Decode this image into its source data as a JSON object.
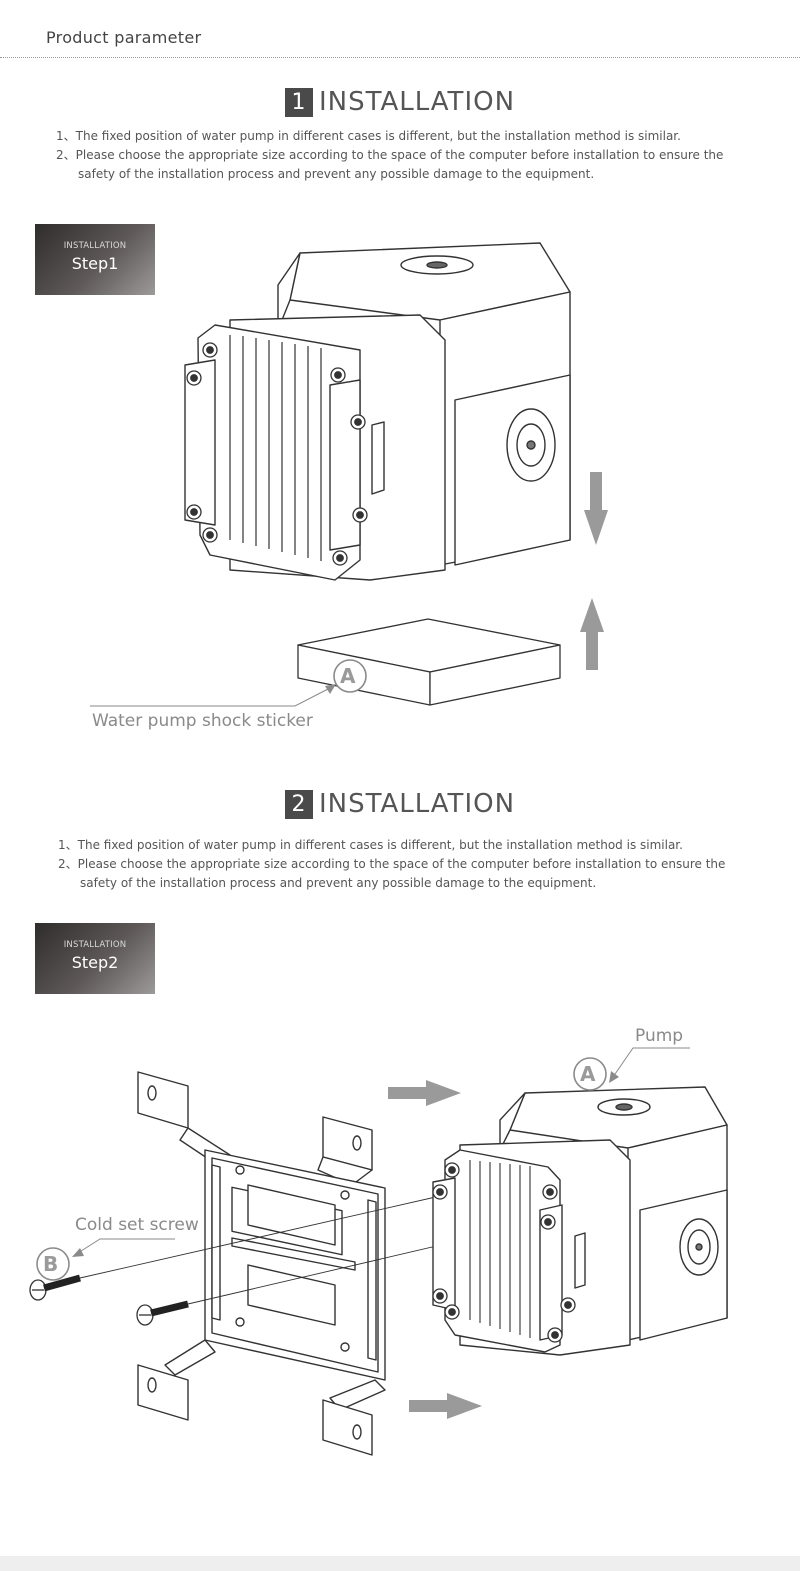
{
  "header": {
    "title": "Product parameter"
  },
  "sections": [
    {
      "number": "1",
      "title": "INSTALLATION",
      "notes": [
        "1、The fixed position of water pump in different cases is different, but the installation method is similar.",
        "2、Please choose the appropriate size according to the space of the computer before installation to ensure the safety of the installation process and prevent any possible damage to the equipment."
      ],
      "step_small": "INSTALLATION",
      "step_big": "Step1",
      "callouts": {
        "a_letter": "A",
        "a_label": "Water pump shock sticker"
      }
    },
    {
      "number": "2",
      "title": "INSTALLATION",
      "notes": [
        "1、The fixed position of water pump in different cases is different, but the installation method is similar.",
        "2、Please choose the appropriate size according to the space of the computer before installation to ensure the safety of the installation process and prevent any possible damage to the equipment."
      ],
      "step_small": "INSTALLATION",
      "step_big": "Step2",
      "callouts": {
        "a_letter": "A",
        "a_label": "Pump",
        "b_letter": "B",
        "b_label": "Cold set screw"
      }
    }
  ],
  "colors": {
    "line": "#333333",
    "arrow": "#9a9a9a",
    "callout": "#8a8a8a"
  }
}
